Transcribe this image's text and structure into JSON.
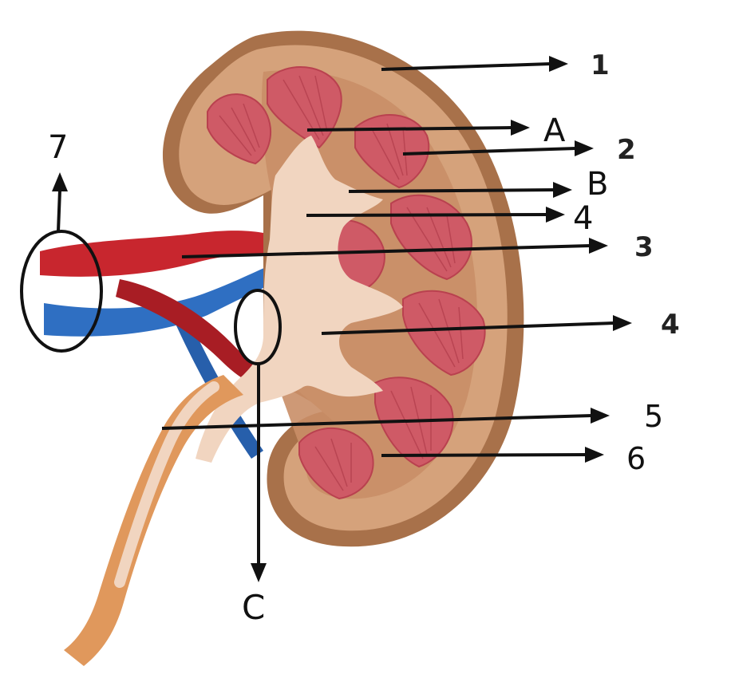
{
  "labels": {
    "n1": "1",
    "nA": "A",
    "n2": "2",
    "nB": "B",
    "n4a": "4",
    "n3": "3",
    "n4b": "4",
    "n5": "5",
    "n6": "6",
    "n7": "7",
    "nC": "C"
  },
  "colors": {
    "cortex_outer": "#a8714a",
    "cortex": "#d5a27b",
    "medulla_bg": "#c98e67",
    "pyramid": "#cf5a66",
    "pyramid_line": "#b9414f",
    "pelvis": "#f1d5c0",
    "ureter": "#e0985c",
    "artery": "#c8262e",
    "artery_dark": "#a81d24",
    "vein": "#2f6fc2",
    "vein_dark": "#275fab",
    "ink": "#111111"
  }
}
